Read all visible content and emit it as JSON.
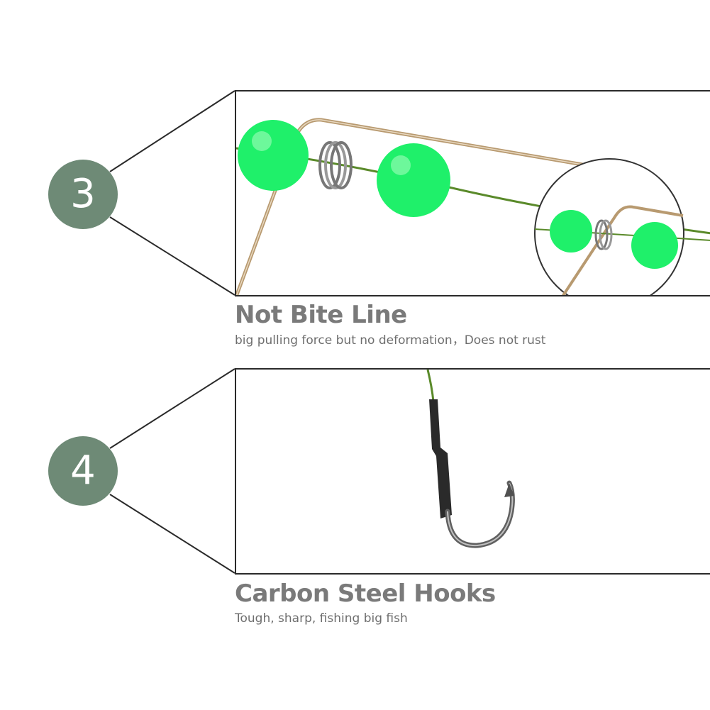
{
  "features": [
    {
      "number": "3",
      "title": "Not Bite Line",
      "subtitle": "big pulling force but no deformation，Does not rust",
      "image_icon": "wire-beads-icon"
    },
    {
      "number": "4",
      "title": "Carbon Steel Hooks",
      "subtitle": "Tough, sharp, fishing big fish",
      "image_icon": "fishing-hook-icon"
    }
  ],
  "colors": {
    "badge": "#6e8a76",
    "heading": "#7a7a7a",
    "text": "#6e6e6e",
    "frame": "#2a2a2a",
    "bead": "#1ff06a",
    "line": "#5a8a2a"
  }
}
